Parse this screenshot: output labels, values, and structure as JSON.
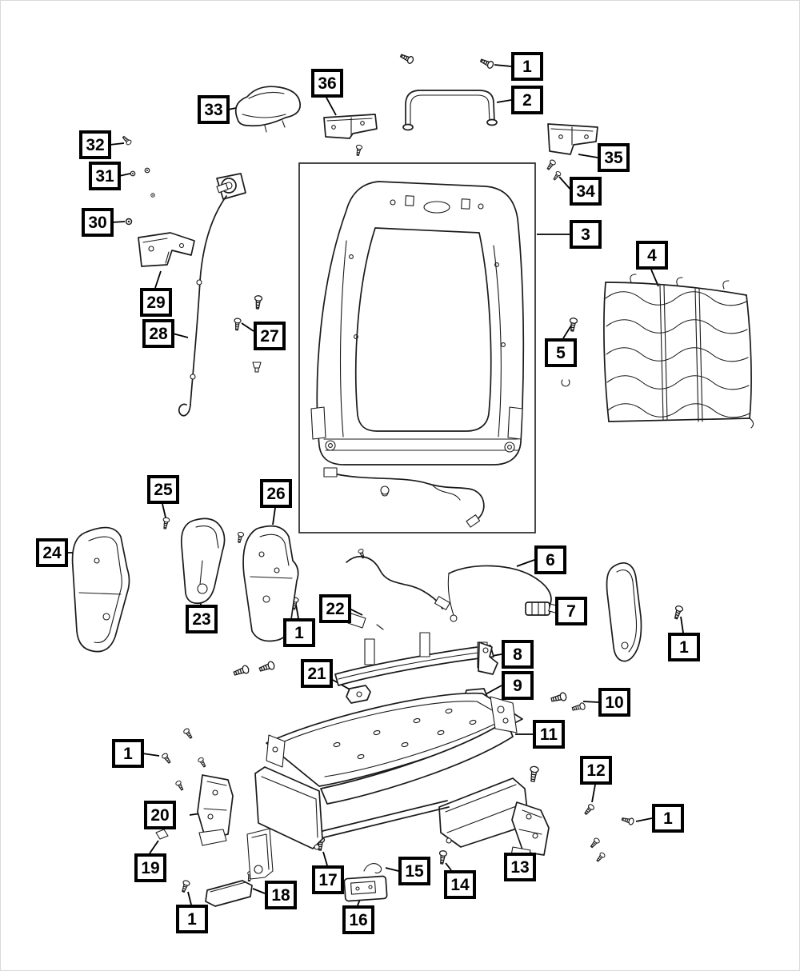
{
  "diagram": {
    "background": "#ffffff",
    "line_color": "#1a1a1a",
    "callout_border": "#000000"
  },
  "callouts": [
    {
      "label": "1"
    },
    {
      "label": "2"
    },
    {
      "label": "36"
    },
    {
      "label": "33"
    },
    {
      "label": "32"
    },
    {
      "label": "31"
    },
    {
      "label": "35"
    },
    {
      "label": "34"
    },
    {
      "label": "30"
    },
    {
      "label": "3"
    },
    {
      "label": "4"
    },
    {
      "label": "29"
    },
    {
      "label": "28"
    },
    {
      "label": "27"
    },
    {
      "label": "5"
    },
    {
      "label": "25"
    },
    {
      "label": "26"
    },
    {
      "label": "24"
    },
    {
      "label": "6"
    },
    {
      "label": "22"
    },
    {
      "label": "23"
    },
    {
      "label": "1"
    },
    {
      "label": "7"
    },
    {
      "label": "8"
    },
    {
      "label": "1"
    },
    {
      "label": "9"
    },
    {
      "label": "21"
    },
    {
      "label": "10"
    },
    {
      "label": "11"
    },
    {
      "label": "1"
    },
    {
      "label": "12"
    },
    {
      "label": "20"
    },
    {
      "label": "1"
    },
    {
      "label": "19"
    },
    {
      "label": "13"
    },
    {
      "label": "15"
    },
    {
      "label": "17"
    },
    {
      "label": "14"
    },
    {
      "label": "18"
    },
    {
      "label": "16"
    },
    {
      "label": "1"
    }
  ]
}
